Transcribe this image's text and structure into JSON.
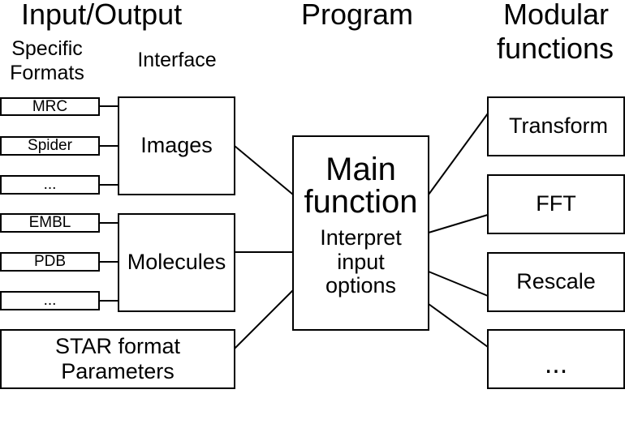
{
  "headers": {
    "io": "Input/Output",
    "program": "Program",
    "modular_line1": "Modular",
    "modular_line2": "functions",
    "specific_line1": "Specific",
    "specific_line2": "Formats",
    "interface": "Interface"
  },
  "formats": {
    "mrc": "MRC",
    "spider": "Spider",
    "img_more": "...",
    "embl": "EMBL",
    "pdb": "PDB",
    "mol_more": "..."
  },
  "interfaces": {
    "images": "Images",
    "molecules": "Molecules",
    "star_line1": "STAR format",
    "star_line2": "Parameters"
  },
  "main": {
    "title_line1": "Main",
    "title_line2": "function",
    "subtitle": "Interpret\ninput\noptions"
  },
  "modules": {
    "transform": "Transform",
    "fft": "FFT",
    "rescale": "Rescale",
    "more": "..."
  }
}
